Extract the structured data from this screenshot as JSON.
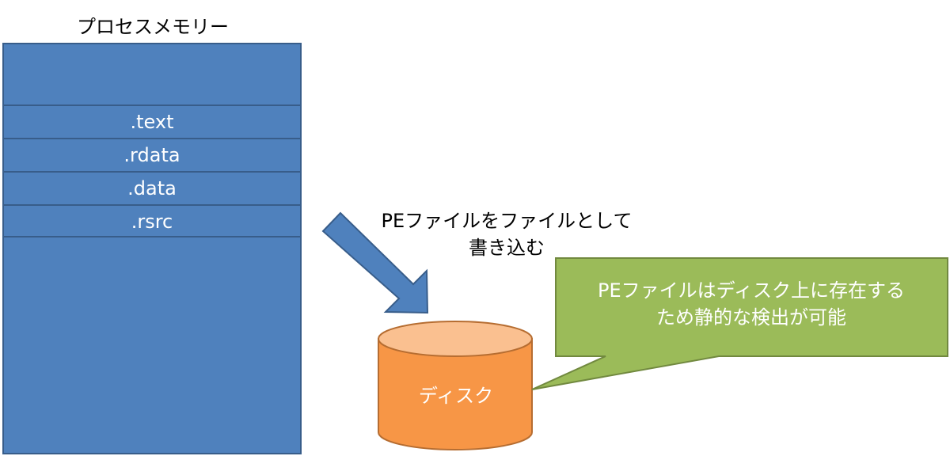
{
  "memory": {
    "title": "プロセスメモリー",
    "sections": [
      ".text",
      ".rdata",
      ".data",
      ".rsrc"
    ]
  },
  "write_arrow": {
    "line1": "PEファイルをファイルとして",
    "line2": "書き込む"
  },
  "disk": {
    "label": "ディスク"
  },
  "callout": {
    "line1": "PEファイルはディスク上に存在する",
    "line2": "ため静的な検出が可能"
  },
  "colors": {
    "memory_fill": "#4f81bd",
    "memory_border": "#385d8a",
    "disk_body": "#f79646",
    "disk_top": "#fac090",
    "disk_border": "#b66d31",
    "callout_fill": "#9bbb59",
    "callout_border": "#71893f"
  }
}
